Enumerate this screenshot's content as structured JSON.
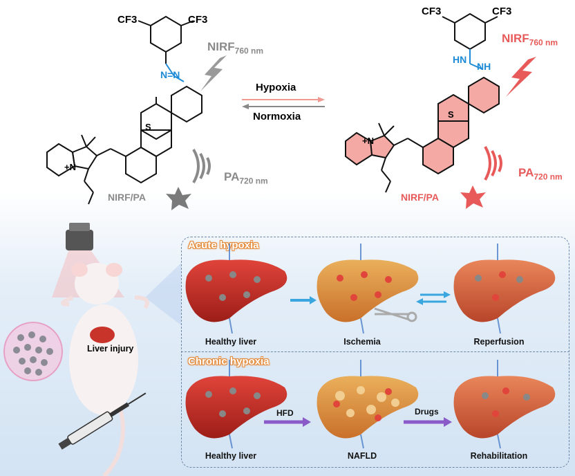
{
  "chemistry": {
    "left": {
      "cf3_left": "CF3",
      "cf3_right": "CF3",
      "nirf_label": "NIRF",
      "nirf_sub": "760 nm",
      "pa_label": "PA",
      "pa_sub": "720 nm",
      "mode_label": "NIRF/PA",
      "sulfur": "S",
      "charge_n": "+N",
      "azo": "N=N",
      "azo_n": "N"
    },
    "right": {
      "cf3_left": "CF3",
      "cf3_right": "CF3",
      "nirf_label": "NIRF",
      "nirf_sub": "760 nm",
      "pa_label": "PA",
      "pa_sub": "720 nm",
      "mode_label": "NIRF/PA",
      "sulfur": "S",
      "charge_n": "+N",
      "hydrazo_top": "HN",
      "hydrazo_bottom": "NH"
    },
    "forward_label": "Hypoxia",
    "reverse_label": "Normoxia"
  },
  "mouse": {
    "organ_label": "Liver injury"
  },
  "acute": {
    "title": "Acute hypoxia",
    "stages": [
      "Healthy liver",
      "Ischemia",
      "Reperfusion"
    ]
  },
  "chronic": {
    "title": "Chronic hypoxia",
    "stages": [
      "Healthy liver",
      "NAFLD",
      "Rehabilitation"
    ],
    "arrow1": "HFD",
    "arrow2": "Drugs"
  },
  "colors": {
    "probe_off": "#7a7a7a",
    "probe_on": "#e85a5a",
    "ring_fill": "#f4a9a4",
    "azo_blue": "#1c8ad6",
    "section_title": "#e58a3a",
    "panel_border": "#6a86a8",
    "arrow_blue": "#3aa6e0",
    "arrow_purple": "#8a5ac8"
  }
}
